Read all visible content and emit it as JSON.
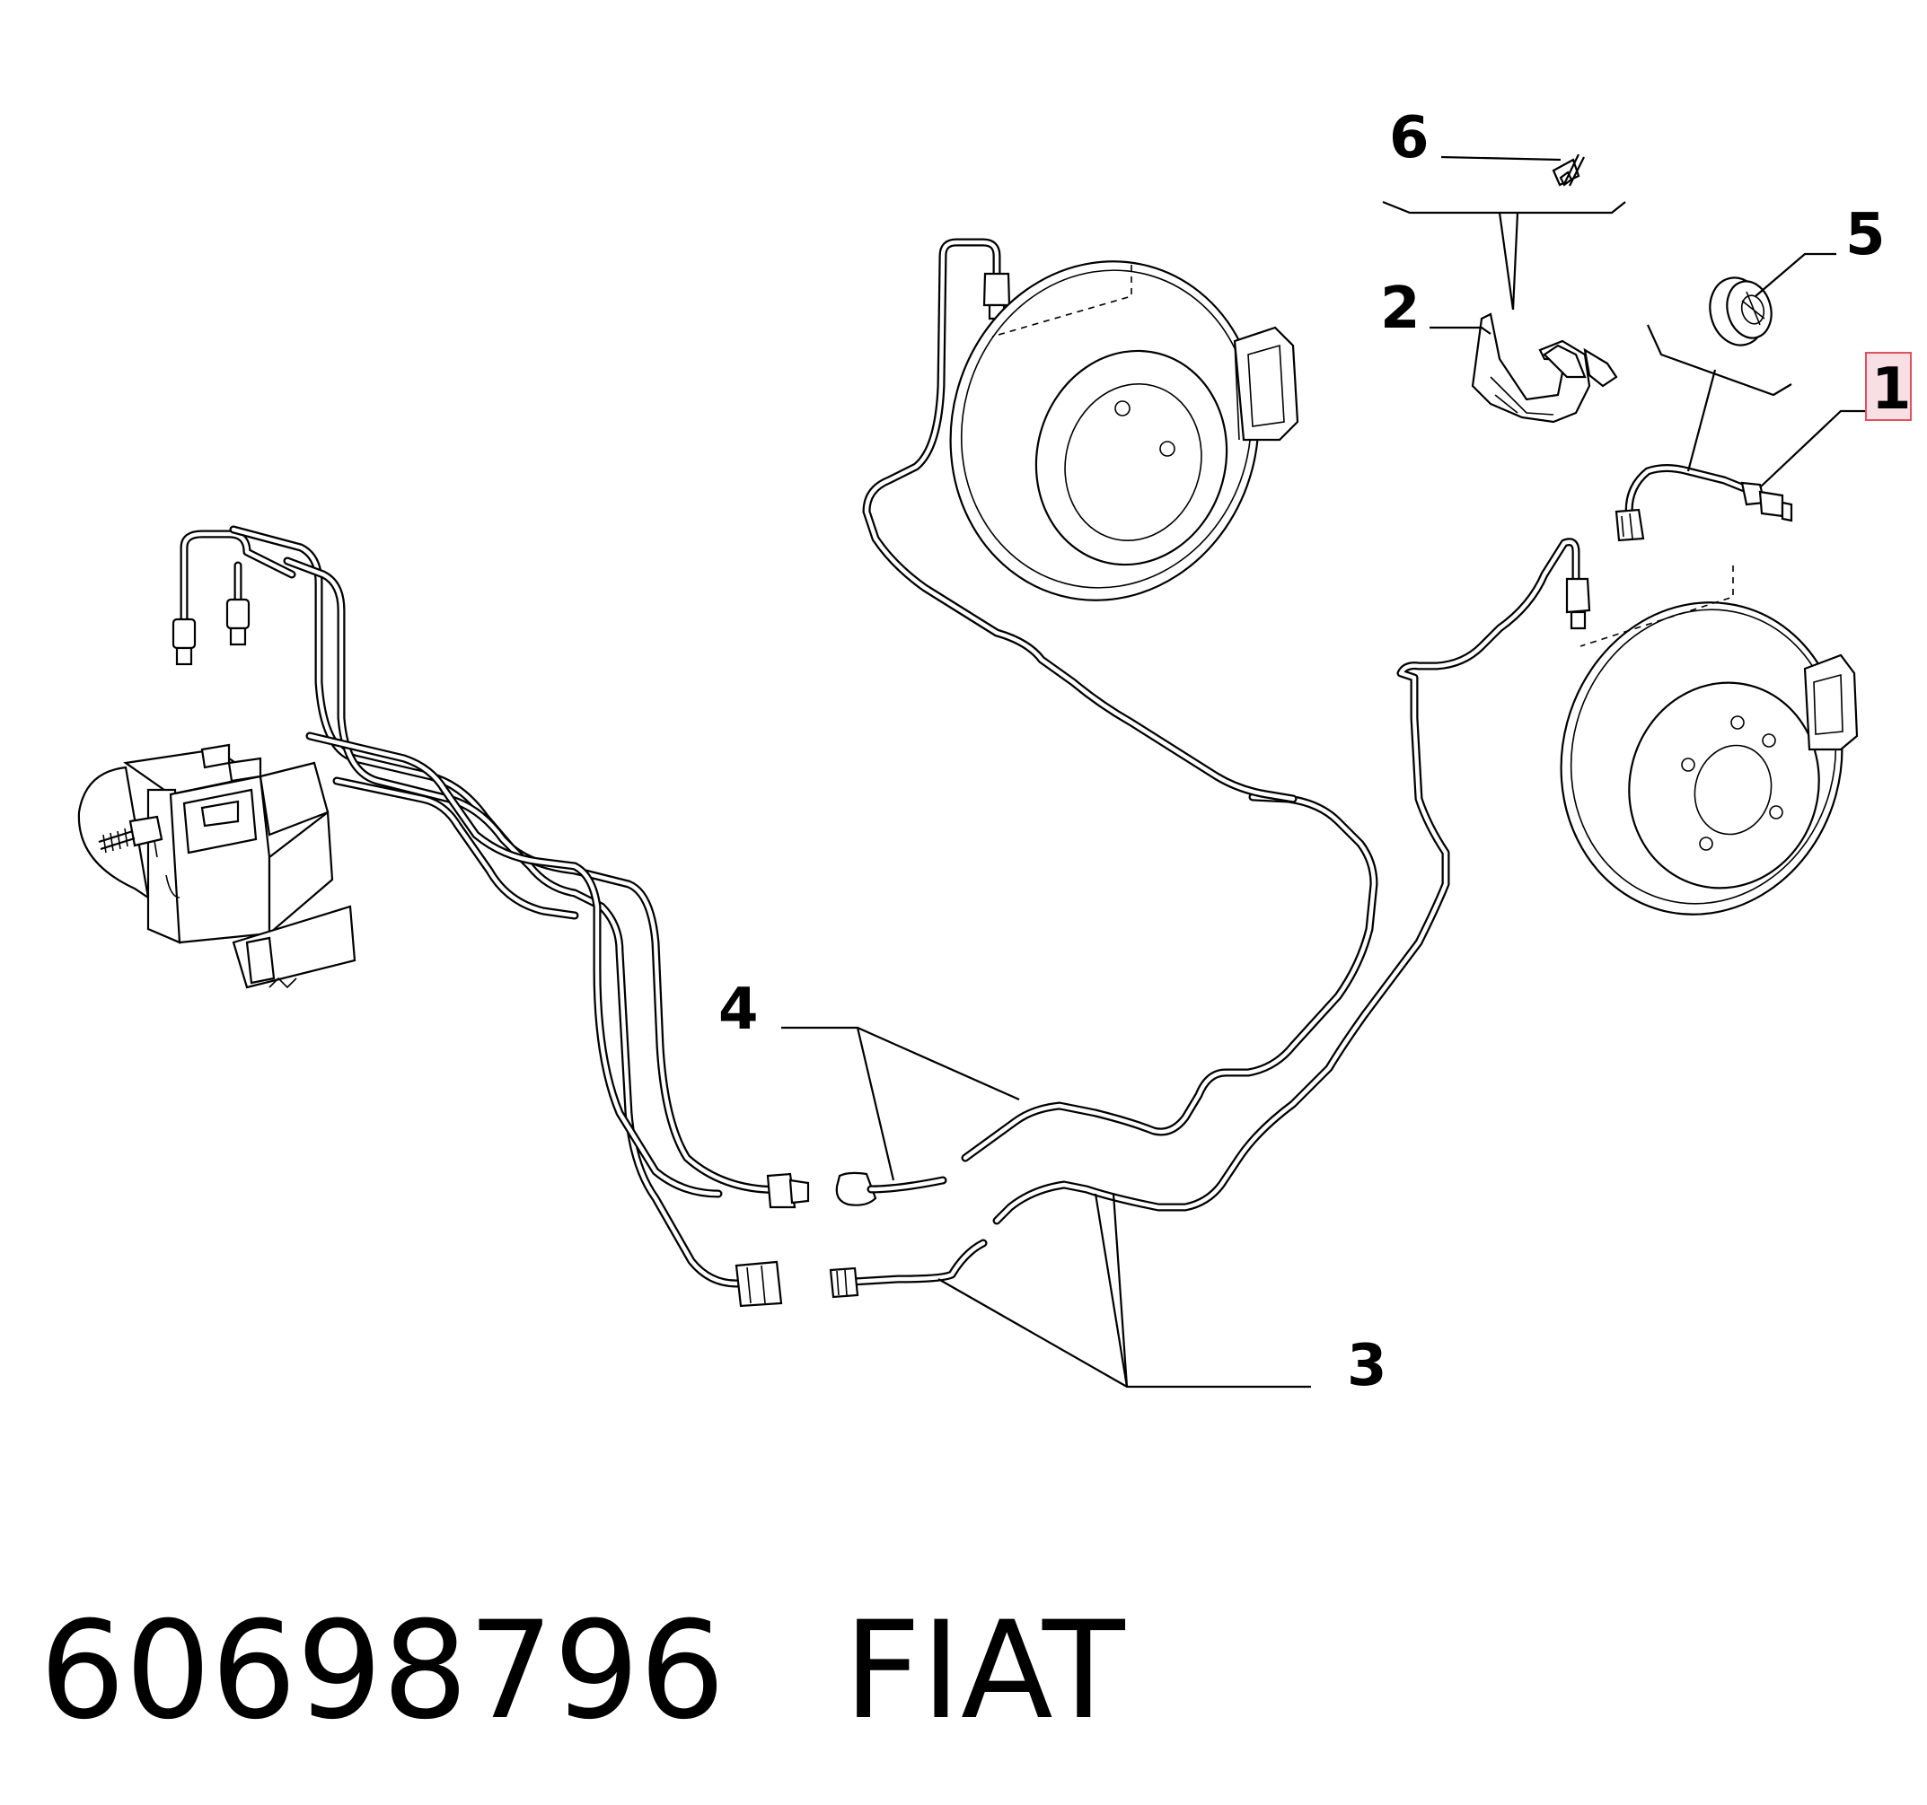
{
  "callouts": {
    "c1": "1",
    "c2": "2",
    "c3": "3",
    "c4": "4",
    "c5": "5",
    "c6": "6"
  },
  "highlight": {
    "callout": "1",
    "fill": "#f7dfe3",
    "stroke": "#e05060"
  },
  "footer": {
    "part_number": "60698796",
    "brand": "FIAT"
  }
}
